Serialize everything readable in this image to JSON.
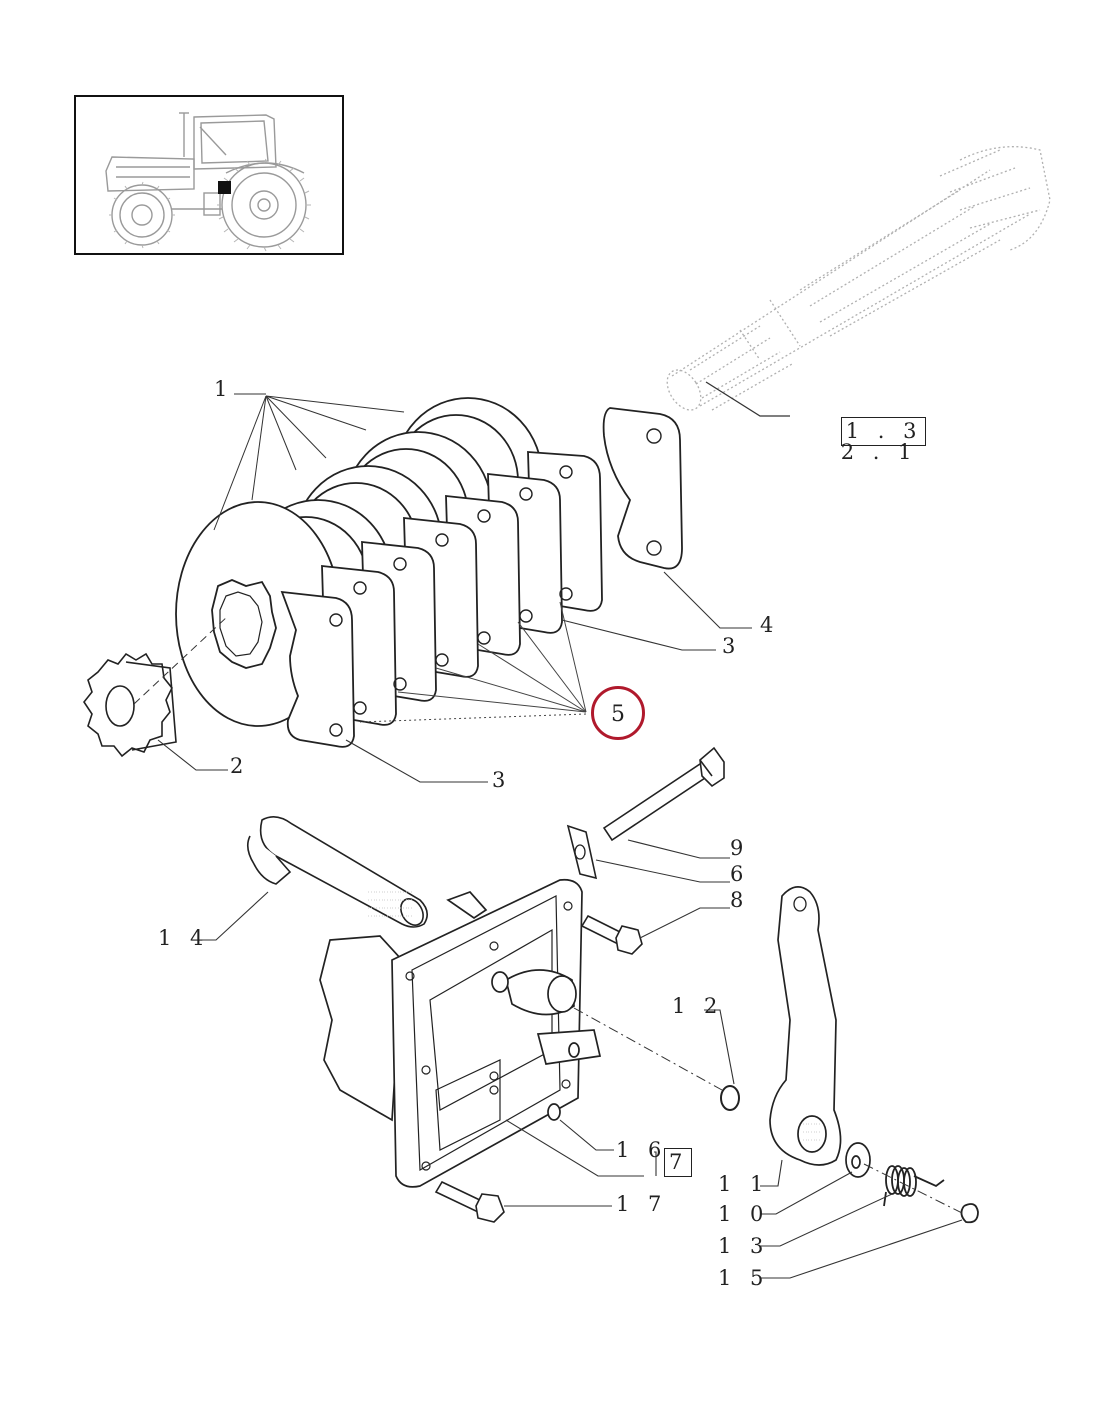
{
  "diagram": {
    "callouts": {
      "c1": "1",
      "c2": "2",
      "c3a": "3",
      "c3b": "3",
      "c4": "4",
      "c5": "5",
      "c6": "6",
      "c7": "7",
      "c8": "8",
      "c9": "9",
      "c10": "1 0",
      "c11": "1 1",
      "c12": "1 2",
      "c13": "1 3",
      "c14": "1 4",
      "c15": "1 5",
      "c16": "1 6",
      "c17": "1 7"
    },
    "reference": {
      "boxed_part": "1 . 3",
      "rest_part": "2 . 1"
    },
    "highlight": {
      "label": "5",
      "color": "#b0192c"
    },
    "inset": {
      "marker_color": "#111111",
      "icon": "tractor-locator-icon"
    }
  }
}
